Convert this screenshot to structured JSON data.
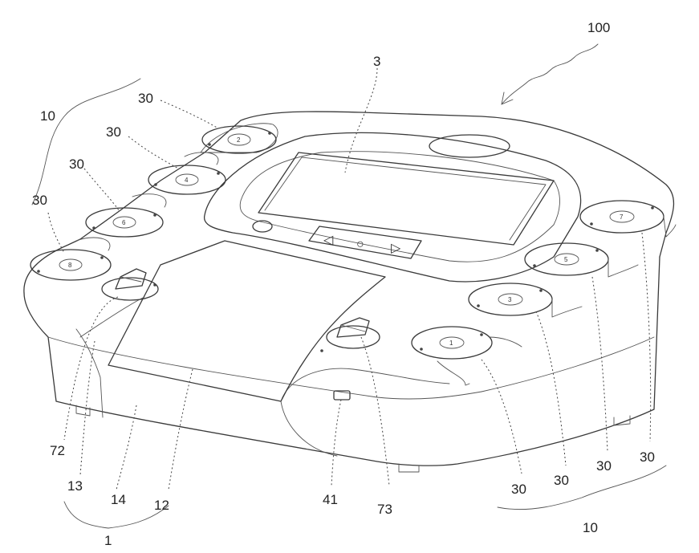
{
  "pads": {
    "left": [
      {
        "num": "2"
      },
      {
        "num": "4"
      },
      {
        "num": "6"
      },
      {
        "num": "8"
      }
    ],
    "right": [
      {
        "num": "1"
      },
      {
        "num": "3"
      },
      {
        "num": "5"
      },
      {
        "num": "7"
      }
    ]
  },
  "screen_buttons": {
    "left": "◁",
    "middle": "○",
    "right": "▷"
  },
  "labels": {
    "device": "100",
    "display": "3",
    "group_left": "10",
    "group_right": "10",
    "pad_l1": "30",
    "pad_l2": "30",
    "pad_l3": "30",
    "pad_l4": "30",
    "pad_r1": "30",
    "pad_r2": "30",
    "pad_r3": "30",
    "pad_r4": "30",
    "knob_left": "72",
    "edge_13": "13",
    "side_14": "14",
    "panel_12": "12",
    "port_41": "41",
    "knob_right": "73",
    "housing_1": "1"
  }
}
